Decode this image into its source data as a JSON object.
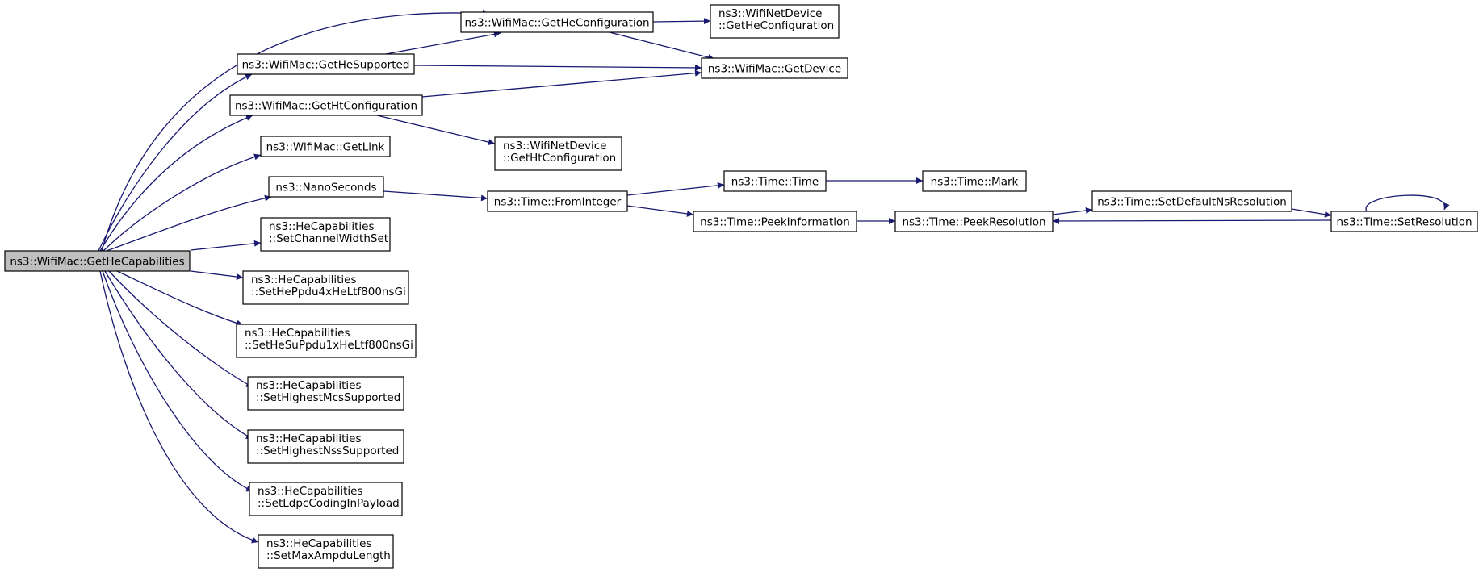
{
  "graph": {
    "edge_color": "#191970",
    "root_fill": "#bfbfbf",
    "nodes": {
      "getHeCapabilities": {
        "lines": [
          "ns3::WifiMac::GetHeCapabilities"
        ],
        "root": true
      },
      "getHeConfiguration": {
        "lines": [
          "ns3::WifiMac::GetHeConfiguration"
        ]
      },
      "getHeSupported": {
        "lines": [
          "ns3::WifiMac::GetHeSupported"
        ]
      },
      "getHtConfiguration": {
        "lines": [
          "ns3::WifiMac::GetHtConfiguration"
        ]
      },
      "getLink": {
        "lines": [
          "ns3::WifiMac::GetLink"
        ]
      },
      "nanoSeconds": {
        "lines": [
          "ns3::NanoSeconds"
        ]
      },
      "setChannelWidthSet": {
        "lines": [
          "ns3::HeCapabilities",
          "::SetChannelWidthSet"
        ]
      },
      "setHePpdu4x": {
        "lines": [
          "ns3::HeCapabilities",
          "::SetHePpdu4xHeLtf800nsGi"
        ]
      },
      "setHeSuPpdu1x": {
        "lines": [
          "ns3::HeCapabilities",
          "::SetHeSuPpdu1xHeLtf800nsGi"
        ]
      },
      "setHighestMcs": {
        "lines": [
          "ns3::HeCapabilities",
          "::SetHighestMcsSupported"
        ]
      },
      "setHighestNss": {
        "lines": [
          "ns3::HeCapabilities",
          "::SetHighestNssSupported"
        ]
      },
      "setLdpc": {
        "lines": [
          "ns3::HeCapabilities",
          "::SetLdpcCodingInPayload"
        ]
      },
      "setMaxAmpdu": {
        "lines": [
          "ns3::HeCapabilities",
          "::SetMaxAmpduLength"
        ]
      },
      "netDevHeConfig": {
        "lines": [
          "ns3::WifiNetDevice",
          "::GetHeConfiguration"
        ]
      },
      "getDevice": {
        "lines": [
          "ns3::WifiMac::GetDevice"
        ]
      },
      "netDevHtConfig": {
        "lines": [
          "ns3::WifiNetDevice",
          "::GetHtConfiguration"
        ]
      },
      "fromInteger": {
        "lines": [
          "ns3::Time::FromInteger"
        ]
      },
      "timeTime": {
        "lines": [
          "ns3::Time::Time"
        ]
      },
      "peekInformation": {
        "lines": [
          "ns3::Time::PeekInformation"
        ]
      },
      "timeMark": {
        "lines": [
          "ns3::Time::Mark"
        ]
      },
      "peekResolution": {
        "lines": [
          "ns3::Time::PeekResolution"
        ]
      },
      "setDefaultNsRes": {
        "lines": [
          "ns3::Time::SetDefaultNsResolution"
        ]
      },
      "setResolution": {
        "lines": [
          "ns3::Time::SetResolution"
        ]
      }
    },
    "edges": [
      [
        "getHeCapabilities",
        "getHeConfiguration"
      ],
      [
        "getHeCapabilities",
        "getHeSupported"
      ],
      [
        "getHeCapabilities",
        "getHtConfiguration"
      ],
      [
        "getHeCapabilities",
        "getLink"
      ],
      [
        "getHeCapabilities",
        "nanoSeconds"
      ],
      [
        "getHeCapabilities",
        "setChannelWidthSet"
      ],
      [
        "getHeCapabilities",
        "setHePpdu4x"
      ],
      [
        "getHeCapabilities",
        "setHeSuPpdu1x"
      ],
      [
        "getHeCapabilities",
        "setHighestMcs"
      ],
      [
        "getHeCapabilities",
        "setHighestNss"
      ],
      [
        "getHeCapabilities",
        "setLdpc"
      ],
      [
        "getHeCapabilities",
        "setMaxAmpdu"
      ],
      [
        "getHeConfiguration",
        "netDevHeConfig"
      ],
      [
        "getHeConfiguration",
        "getDevice"
      ],
      [
        "getHeSupported",
        "getHeConfiguration"
      ],
      [
        "getHeSupported",
        "getDevice"
      ],
      [
        "getHtConfiguration",
        "getDevice"
      ],
      [
        "getHtConfiguration",
        "netDevHtConfig"
      ],
      [
        "nanoSeconds",
        "fromInteger"
      ],
      [
        "fromInteger",
        "timeTime"
      ],
      [
        "fromInteger",
        "peekInformation"
      ],
      [
        "timeTime",
        "timeMark"
      ],
      [
        "peekInformation",
        "peekResolution"
      ],
      [
        "peekResolution",
        "setDefaultNsRes"
      ],
      [
        "setDefaultNsRes",
        "setResolution"
      ],
      [
        "setResolution",
        "peekResolution"
      ],
      [
        "setResolution",
        "setResolution"
      ]
    ]
  }
}
